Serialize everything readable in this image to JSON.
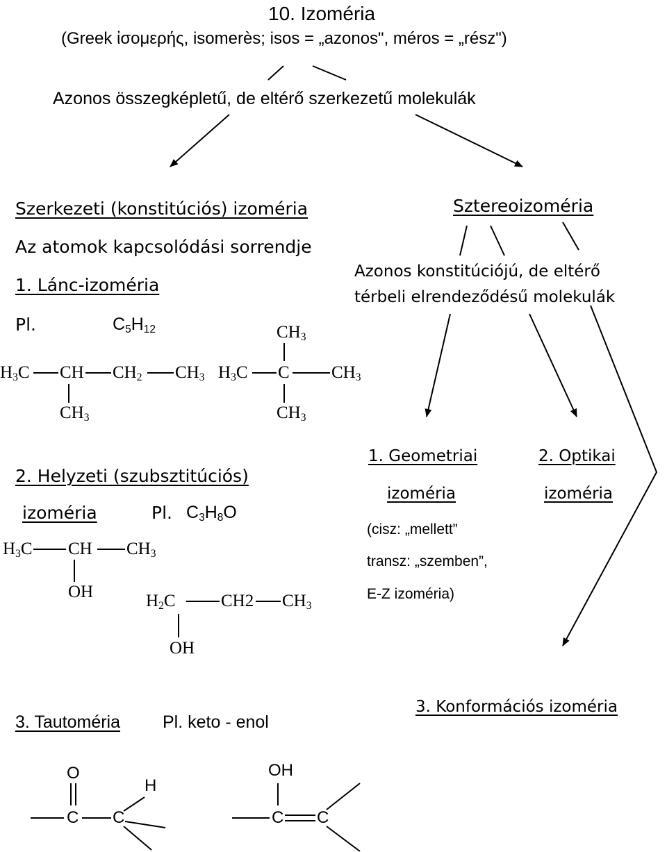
{
  "header": {
    "title": "10. Izoméria",
    "etymology": "(Greek ἰσομερής, isomerès; isos = „azonos\", méros = „rész\")",
    "definition": "Azonos összegképletű, de eltérő szerkezetű molekulák"
  },
  "structural": {
    "heading": "Szerkezeti (konstitúciós) izoméria",
    "description": "Az atomok kapcsolódási sorrendje",
    "chain": {
      "heading": "1. Lánc-izoméria",
      "example_label": "Pl.",
      "formula": {
        "c": "C",
        "c_n": "5",
        "h": "H",
        "h_n": "12"
      },
      "molecule1": {
        "h3c": {
          "h": "H",
          "n": "3",
          "c": "C"
        },
        "ch": "CH",
        "ch2": {
          "t": "CH",
          "n": "2"
        },
        "ch3_end": {
          "t": "CH",
          "n": "3"
        },
        "ch3_branch": {
          "t": "CH",
          "n": "3"
        }
      },
      "molecule2": {
        "h3c": {
          "h": "H",
          "n": "3",
          "c": "C"
        },
        "c": "C",
        "ch3_end": {
          "t": "CH",
          "n": "3"
        },
        "ch3_top": {
          "t": "CH",
          "n": "3"
        },
        "ch3_bottom": {
          "t": "CH",
          "n": "3"
        }
      }
    },
    "positional": {
      "heading_line1": "2. Helyzeti (szubsztitúciós)",
      "heading_line2": "izoméria",
      "example_label": "Pl.",
      "formula": {
        "c": "C",
        "c_n": "3",
        "h": "H",
        "h_n": "8",
        "o": "O"
      },
      "molecule1": {
        "h3c": {
          "h": "H",
          "n": "3",
          "c": "C"
        },
        "ch": "CH",
        "ch3": {
          "t": "CH",
          "n": "3"
        },
        "oh": "OH"
      },
      "molecule2": {
        "h2c": {
          "h": "H",
          "n": "2",
          "c": "C"
        },
        "ch2": "CH2",
        "ch3": {
          "t": "CH",
          "n": "3"
        },
        "oh": "OH"
      }
    },
    "tautomeric": {
      "heading": "3. Tautoméria",
      "example": "Pl. keto - enol",
      "keto": {
        "o": "O",
        "c1": "C",
        "c2": "C",
        "h": "H"
      },
      "enol": {
        "oh": "OH",
        "c1": "C",
        "c2": "C"
      }
    }
  },
  "stereo": {
    "heading": "Sztereoizoméria",
    "description_line1": "Azonos konstitúciójú, de eltérő",
    "description_line2": "térbeli elrendeződésű molekulák",
    "geometric": {
      "heading_line1": "1. Geometriai",
      "heading_line2": "izoméria",
      "note1": "(cisz: „mellett”",
      "note2": "transz: „szemben”,",
      "note3": "E-Z izoméria)"
    },
    "optical": {
      "heading_line1": "2. Optikai",
      "heading_line2": "izoméria"
    },
    "conformational": {
      "heading": "3. Konformációs izoméria"
    }
  }
}
